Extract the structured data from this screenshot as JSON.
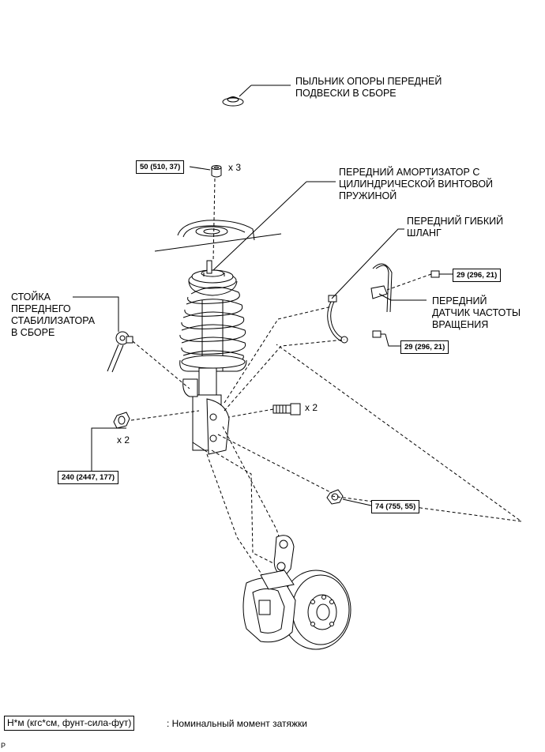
{
  "labels": {
    "dust_boot": "ПЫЛЬНИК ОПОРЫ ПЕРЕДНЕЙ\nПОДВЕСКИ В СБОРЕ",
    "shock_absorber": "ПЕРЕДНИЙ АМОРТИЗАТОР С\nЦИЛИНДРИЧЕСКОЙ ВИНТОВОЙ\nПРУЖИНОЙ",
    "flexible_hose": "ПЕРЕДНИЙ ГИБКИЙ\nШЛАНГ",
    "speed_sensor": "ПЕРЕДНИЙ\nДАТЧИК ЧАСТОТЫ\nВРАЩЕНИЯ",
    "stabilizer_link": "СТОЙКА\nПЕРЕДНЕГО\nСТАБИЛИЗАТОРА\nВ СБОРЕ"
  },
  "torques": {
    "top_nut": "50 (510, 37)",
    "sensor_upper": "29 (296, 21)",
    "sensor_lower": "29 (296, 21)",
    "link_nut": "240 (2447, 177)",
    "hub_nut": "74 (755, 55)"
  },
  "multipliers": {
    "top_nut": "x 3",
    "bolts": "x 2",
    "link_nut": "x 2"
  },
  "legend": {
    "box": "Н*м (кгс*см, фунт-сила-фут)",
    "text": ": Номинальный момент затяжки"
  },
  "corner_mark": "P"
}
